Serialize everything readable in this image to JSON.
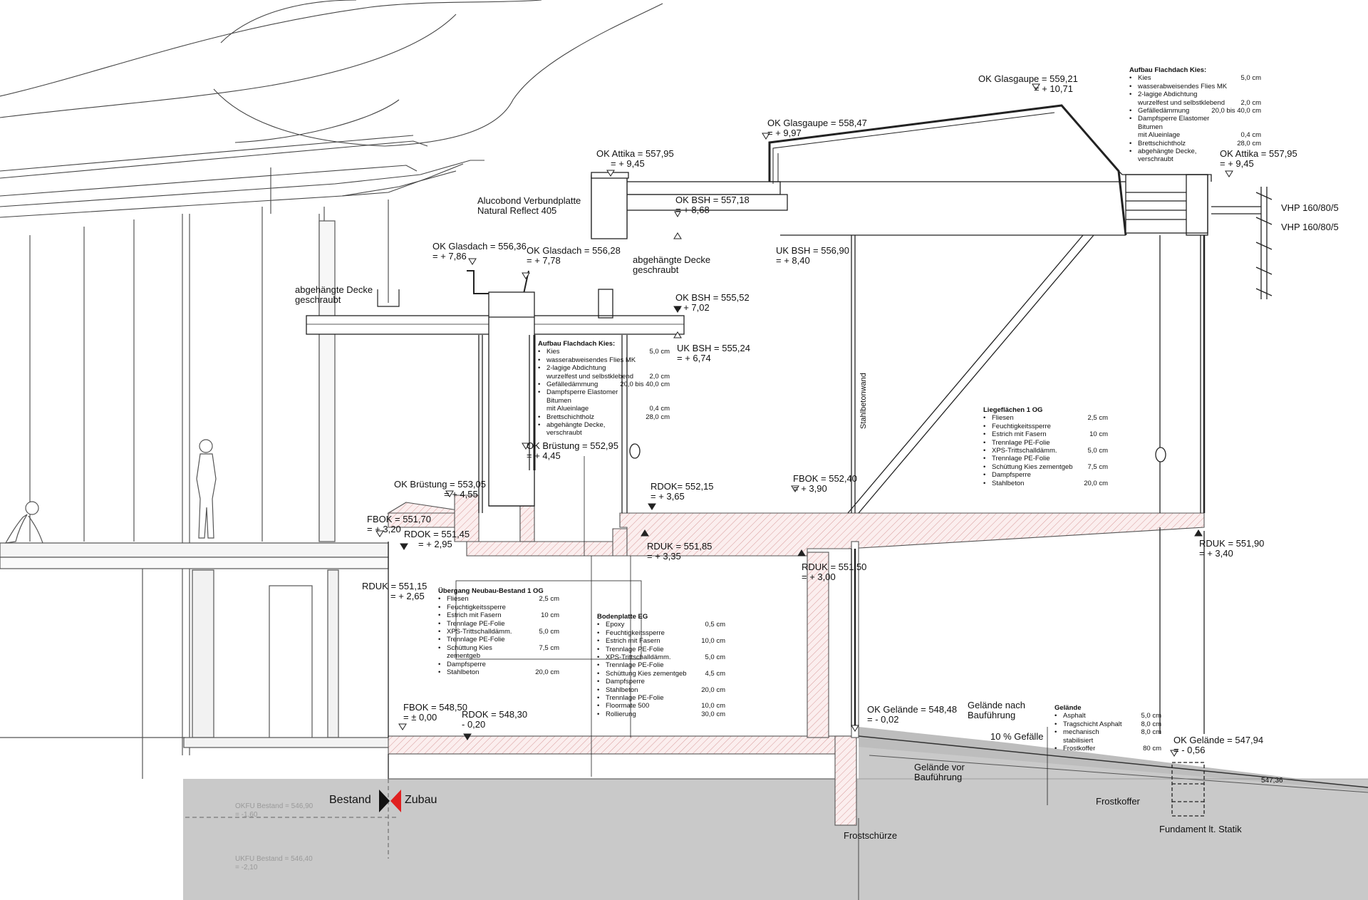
{
  "levels": [
    {
      "id": "ok-glasgaupe-high",
      "text": "OK Glasgaupe = 559,21",
      "sub": "= + 10,71"
    },
    {
      "id": "ok-glasgaupe-low",
      "text": "OK Glasgaupe = 558,47",
      "sub": "= + 9,97"
    },
    {
      "id": "ok-attika-left",
      "text": "OK Attika = 557,95",
      "sub": "= + 9,45"
    },
    {
      "id": "ok-attika-right",
      "text": "OK Attika = 557,95",
      "sub": "= + 9,45"
    },
    {
      "id": "ok-bsh-upper",
      "text": "OK BSH = 557,18",
      "sub": "= + 8,68"
    },
    {
      "id": "uk-bsh-upper",
      "text": "UK BSH = 556,90",
      "sub": "= + 8,40"
    },
    {
      "id": "ok-glasdach-1",
      "text": "OK Glasdach = 556,36",
      "sub": "= + 7,86"
    },
    {
      "id": "ok-glasdach-2",
      "text": "OK Glasdach = 556,28",
      "sub": "= + 7,78"
    },
    {
      "id": "ok-bsh-lower",
      "text": "OK BSH = 555,52",
      "sub": "= + 7,02"
    },
    {
      "id": "uk-bsh-lower",
      "text": "UK BSH = 555,24",
      "sub": "= + 6,74"
    },
    {
      "id": "ok-bruestung-2",
      "text": "OK Brüstung = 552,95",
      "sub": "= + 4,45"
    },
    {
      "id": "ok-bruestung-1",
      "text": "OK Brüstung = 553,05",
      "sub": "= + 4,55"
    },
    {
      "id": "fbok-552-40",
      "text": "FBOK = 552,40",
      "sub": "= + 3,90"
    },
    {
      "id": "rdok-552-15",
      "text": "RDOK= 552,15",
      "sub": "= + 3,65"
    },
    {
      "id": "fbok-551-70",
      "text": "FBOK = 551,70",
      "sub": "= + 3,20"
    },
    {
      "id": "rdok-551-45",
      "text": "RDOK = 551,45",
      "sub": "= + 2,95"
    },
    {
      "id": "rduk-551-85",
      "text": "RDUK = 551,85",
      "sub": "= + 3,35"
    },
    {
      "id": "rduk-551-50",
      "text": "RDUK = 551,50",
      "sub": "= + 3,00"
    },
    {
      "id": "rduk-551-90",
      "text": "RDUK = 551,90",
      "sub": "= + 3,40"
    },
    {
      "id": "rduk-551-15",
      "text": "RDUK = 551,15",
      "sub": "= + 2,65"
    },
    {
      "id": "fbok-548-50",
      "text": "FBOK = 548,50",
      "sub": "= ± 0,00"
    },
    {
      "id": "rdok-548-30",
      "text": "RDOK = 548,30",
      "sub": "- 0,20"
    },
    {
      "id": "ok-gelaende-548-48",
      "text": "OK Gelände = 548,48",
      "sub": "= - 0,02"
    },
    {
      "id": "ok-gelaende-547-94",
      "text": "OK Gelände = 547,94",
      "sub": "= - 0,56"
    }
  ],
  "annotations": {
    "alucobond": [
      "Alucobond Verbundplatte",
      "Natural Reflect 405"
    ],
    "decke_left": [
      "abgehängte Decke",
      "geschraubt"
    ],
    "decke_mid": [
      "abgehängte Decke",
      "geschraubt"
    ],
    "vhp1": "VHP 160/80/5",
    "vhp2": "VHP 160/80/5",
    "stahlbetonwand": "Stahlbetonwand",
    "gelaende_nach": [
      "Gelände nach",
      "Bauführung"
    ],
    "gefaelle": "10 % Gefälle",
    "gelaende_vor": [
      "Gelände vor",
      "Bauführung"
    ],
    "frostkoffer": "Frostkoffer",
    "frostschuerze": "Frostschürze",
    "fundament": "Fundament lt. Statik",
    "level_547_36": "547,36",
    "okfu_bestand_1": [
      "OKFU Bestand = 546,90",
      "= -1,60"
    ],
    "okfu_bestand_2": [
      "UKFU Bestand = 546,40",
      "= -2,10"
    ]
  },
  "legend": {
    "left": "Bestand",
    "right": "Zubau",
    "color_red": "#e02020",
    "color_black": "#111111"
  },
  "buildups": {
    "flachdach_top": {
      "title": "Aufbau Flachdach Kies:",
      "rows": [
        {
          "t": "Kies",
          "v": "5,0 cm"
        },
        {
          "t": "wasserabweisendes Flies MK",
          "v": ""
        },
        {
          "t": "2-lagige Abdichtung",
          "v": ""
        },
        {
          "t": "wurzelfest und selbstklebend",
          "v": "2,0 cm",
          "indent": true
        },
        {
          "t": "Gefälledämmung",
          "v": "20,0 bis 40,0 cm"
        },
        {
          "t": "Dampfsperre Elastomer Bitumen",
          "v": ""
        },
        {
          "t": "mit Alueinlage",
          "v": "0,4 cm",
          "indent": true
        },
        {
          "t": "Brettschichtholz",
          "v": "28,0 cm"
        },
        {
          "t": "abgehängte Decke, verschraubt",
          "v": ""
        }
      ]
    },
    "flachdach_mid": {
      "title": "Aufbau Flachdach Kies:",
      "rows": [
        {
          "t": "Kies",
          "v": "5,0 cm"
        },
        {
          "t": "wasserabweisendes Flies MK",
          "v": ""
        },
        {
          "t": "2-lagige Abdichtung",
          "v": ""
        },
        {
          "t": "wurzelfest und selbstklebend",
          "v": "2,0 cm",
          "indent": true
        },
        {
          "t": "Gefälledämmung",
          "v": "20,0 bis 40,0 cm"
        },
        {
          "t": "Dampfsperre Elastomer Bitumen",
          "v": ""
        },
        {
          "t": "mit Alueinlage",
          "v": "0,4 cm",
          "indent": true
        },
        {
          "t": "Brettschichtholz",
          "v": "28,0 cm"
        },
        {
          "t": "abgehängte Decke, verschraubt",
          "v": ""
        }
      ]
    },
    "liegeflaechen": {
      "title": "Liegeflächen 1 OG",
      "rows": [
        {
          "t": "Fliesen",
          "v": "2,5 cm"
        },
        {
          "t": "Feuchtigkeitssperre",
          "v": ""
        },
        {
          "t": "Estrich mit Fasern",
          "v": "10 cm"
        },
        {
          "t": "Trennlage PE-Folie",
          "v": ""
        },
        {
          "t": "XPS-Trittschalldämm.",
          "v": "5,0 cm"
        },
        {
          "t": "Trennlage PE-Folie",
          "v": ""
        },
        {
          "t": "Schüttung Kies zementgeb",
          "v": "7,5 cm"
        },
        {
          "t": "Dampfsperre",
          "v": ""
        },
        {
          "t": "Stahlbeton",
          "v": "20,0 cm"
        }
      ]
    },
    "uebergang": {
      "title": "Übergang Neubau-Bestand 1 OG",
      "rows": [
        {
          "t": "Fliesen",
          "v": "2,5 cm"
        },
        {
          "t": "Feuchtigkeitssperre",
          "v": ""
        },
        {
          "t": "Estrich mit Fasern",
          "v": "10 cm"
        },
        {
          "t": "Trennlage PE-Folie",
          "v": ""
        },
        {
          "t": "XPS-Trittschalldämm.",
          "v": "5,0 cm"
        },
        {
          "t": "Trennlage PE-Folie",
          "v": ""
        },
        {
          "t": "Schüttung Kies zementgeb",
          "v": "7,5 cm"
        },
        {
          "t": "Dampfsperre",
          "v": ""
        },
        {
          "t": "Stahlbeton",
          "v": "20,0 cm"
        }
      ]
    },
    "bodenplatte": {
      "title": "Bodenplatte EG",
      "rows": [
        {
          "t": "Epoxy",
          "v": "0,5 cm"
        },
        {
          "t": "Feuchtigkeitssperre",
          "v": ""
        },
        {
          "t": "Estrich mit Fasern",
          "v": "10,0 cm"
        },
        {
          "t": "Trennlage PE-Folie",
          "v": ""
        },
        {
          "t": "XPS-Trittschalldämm.",
          "v": "5,0 cm"
        },
        {
          "t": "Trennlage PE-Folie",
          "v": ""
        },
        {
          "t": "Schüttung Kies zementgeb",
          "v": "4,5 cm"
        },
        {
          "t": "Dampfsperre",
          "v": ""
        },
        {
          "t": "Stahlbeton",
          "v": "20,0 cm"
        },
        {
          "t": "Trennlage PE-Folie",
          "v": ""
        },
        {
          "t": "Floormate 500",
          "v": "10,0 cm"
        },
        {
          "t": "Rollierung",
          "v": "30,0 cm"
        }
      ]
    },
    "gelaende": {
      "title": "Gelände",
      "rows": [
        {
          "t": "Asphalt",
          "v": "5,0 cm"
        },
        {
          "t": "Tragschicht Asphalt",
          "v": "8,0 cm"
        },
        {
          "t": "mechanisch stabilisiert",
          "v": "8,0 cm"
        },
        {
          "t": "Frostkoffer",
          "v": "80 cm"
        }
      ]
    }
  }
}
